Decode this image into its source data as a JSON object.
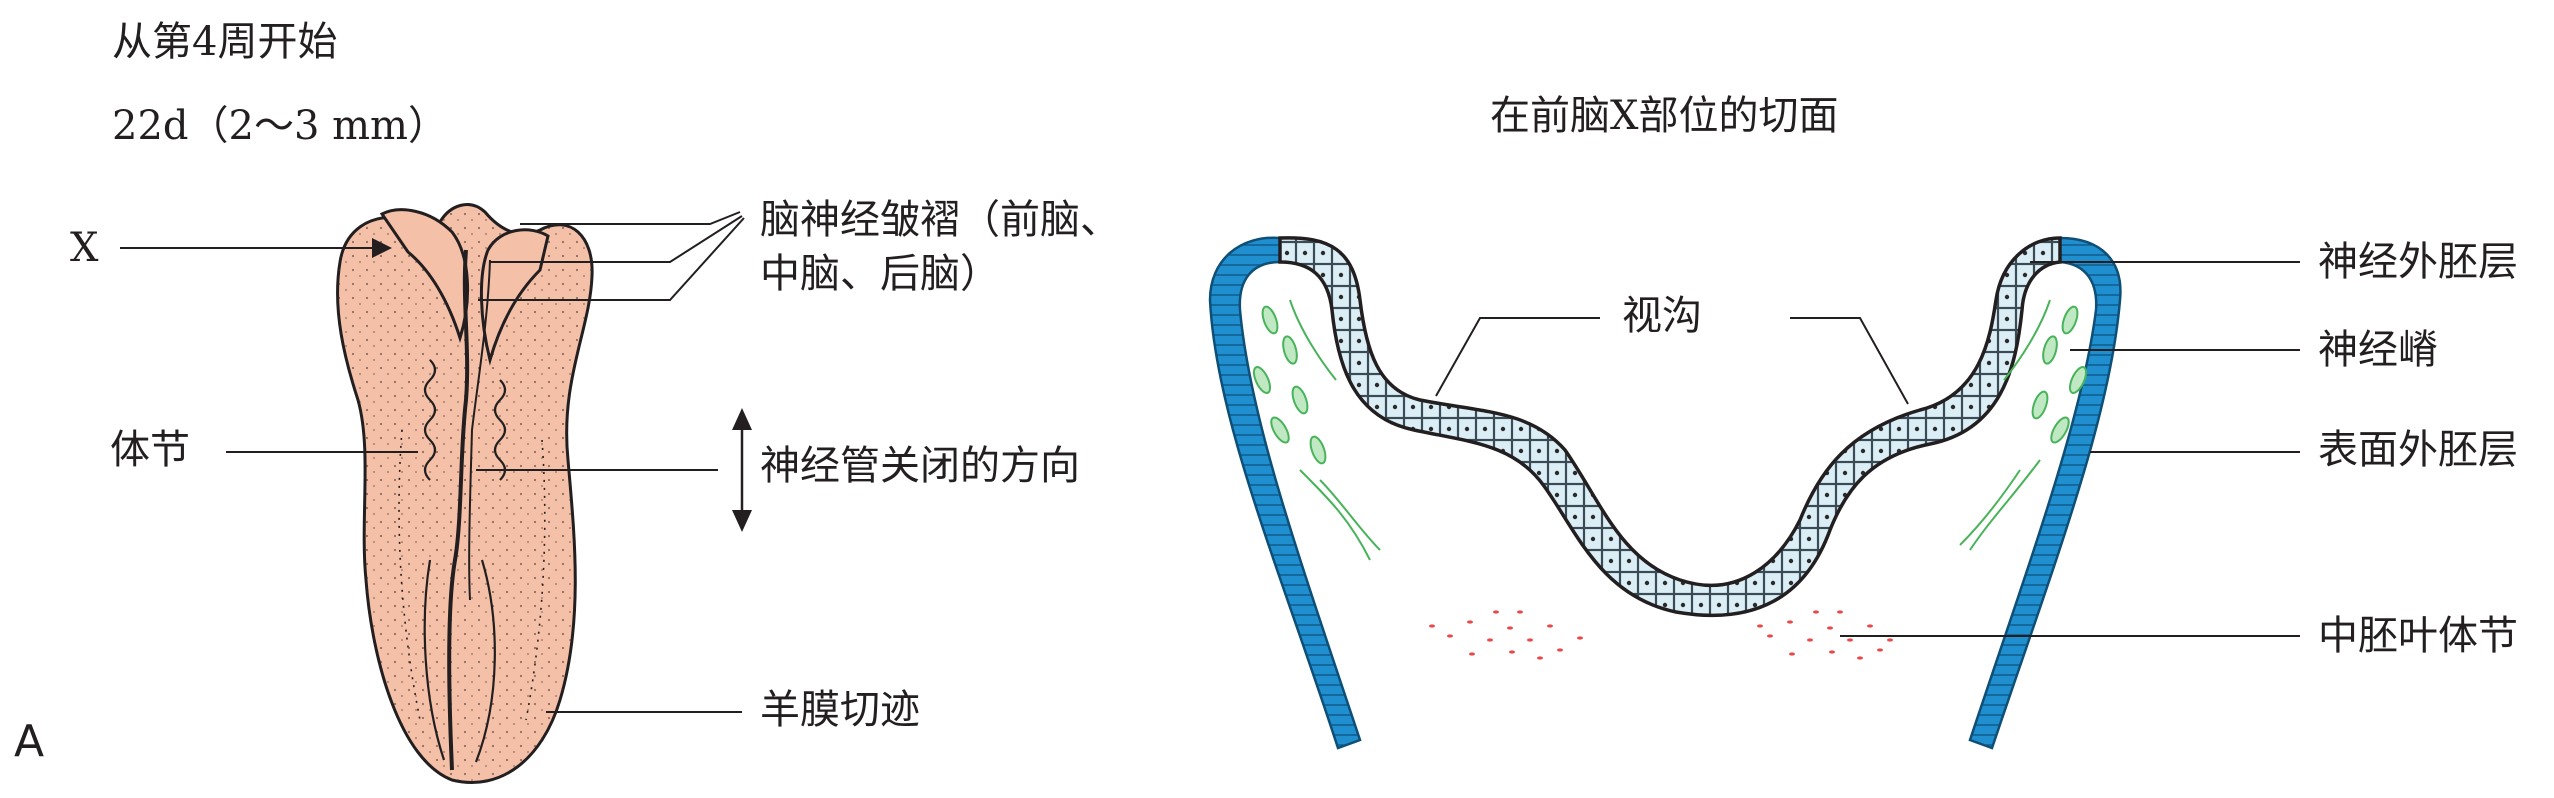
{
  "left": {
    "heading_1": "从第4周开始",
    "heading_2": "22d（2～3  mm）",
    "panel_label": "A",
    "marker_x": "X",
    "labels": {
      "neural_folds_line1": "脑神经皱褶（前脑、",
      "neural_folds_line2": "中脑、后脑）",
      "somite": "体节",
      "closure_direction": "神经管关闭的方向",
      "amnion_cut": "羊膜切迹"
    }
  },
  "right": {
    "title": "在前脑X部位的切面",
    "labels": {
      "optic_groove": "视沟",
      "neuroectoderm": "神经外胚层",
      "neural_crest": "神经嵴",
      "surface_ectoderm": "表面外胚层",
      "mesoderm_somite": "中胚叶体节"
    }
  },
  "colors": {
    "embryo_fill": "#f5c0a8",
    "surface_ectoderm": "#1f8fcf",
    "neuroectoderm": "#dbeef5",
    "neural_crest": "#7fd08a",
    "mesoderm": "#e8494a"
  }
}
